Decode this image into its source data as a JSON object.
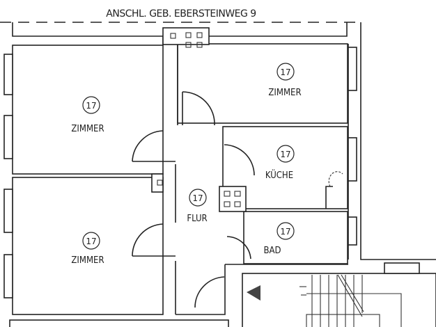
{
  "header": {
    "adjacent_building": "ANSCHL. GEB. EBERSTEINWEG 9"
  },
  "rooms": [
    {
      "id": "zimmer-top-left",
      "number": "17",
      "name": "ZIMMER"
    },
    {
      "id": "zimmer-top-right",
      "number": "17",
      "name": "ZIMMER"
    },
    {
      "id": "kueche",
      "number": "17",
      "name": "KÜCHE"
    },
    {
      "id": "flur",
      "number": "17",
      "name": "FLUR"
    },
    {
      "id": "bad",
      "number": "17",
      "name": "BAD"
    },
    {
      "id": "zimmer-bottom-left",
      "number": "17",
      "name": "ZIMMER"
    }
  ]
}
